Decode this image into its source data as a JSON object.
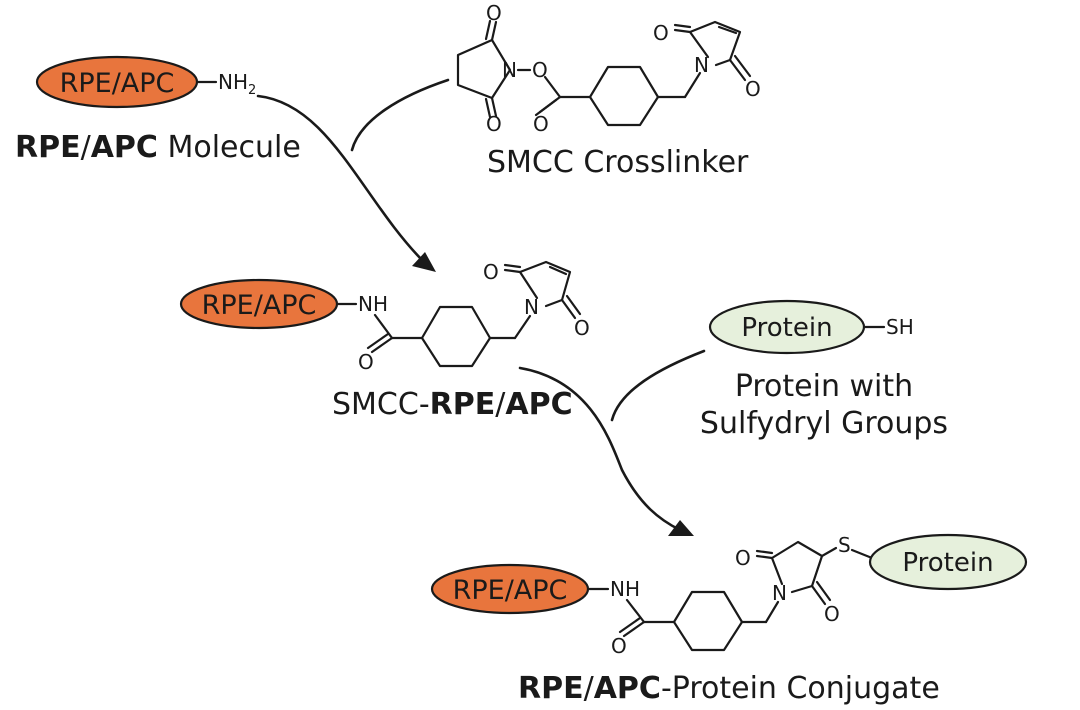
{
  "colors": {
    "label_fill": "#e8753d",
    "protein_fill": "#e6f0dc",
    "ink": "#1a1a1a",
    "background": "#ffffff"
  },
  "pill_labels": {
    "rpe_apc": "RPE/APC",
    "protein": "Protein"
  },
  "atoms": {
    "nh2": "NH",
    "nh2_sub": "2",
    "nh": "NH",
    "n": "N",
    "o": "O",
    "sh": "SH",
    "s": "S",
    "dash": "–"
  },
  "captions": {
    "molecule_bold": "RPE",
    "molecule_slash": "/",
    "molecule_bold2": "APC",
    "molecule_rest": " Molecule",
    "crosslinker": "SMCC Crosslinker",
    "smcc_prefix": "SMCC-",
    "smcc_bold": "RPE",
    "smcc_slash": "/",
    "smcc_bold2": "APC",
    "protein_line1": "Protein with",
    "protein_line2": "Sulfydryl Groups",
    "conj_bold": "RPE",
    "conj_slash": "/",
    "conj_bold2": "APC",
    "conj_rest": "-Protein Conjugate"
  }
}
